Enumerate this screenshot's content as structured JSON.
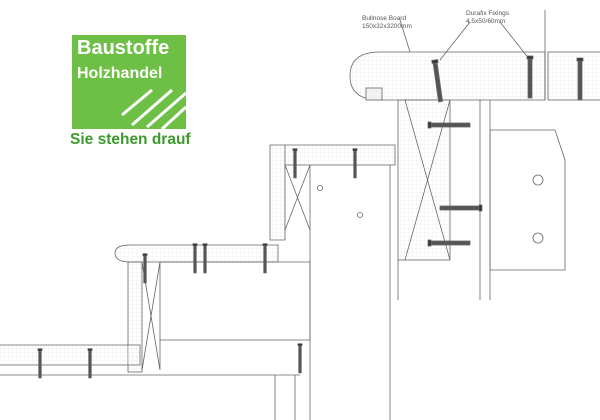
{
  "logo": {
    "line1": "Baustoffe",
    "line2": "Holzhandel",
    "tagline": "Sie stehen drauf",
    "brand_color": "#6dbf46",
    "tagline_color": "#3d9a2c"
  },
  "labels": {
    "bullnose_title": "Bullnose Board",
    "bullnose_size": "150x32x3200mm",
    "fixings_title": "Durafix Fixings",
    "fixings_size": "4.5x50/60mm"
  }
}
